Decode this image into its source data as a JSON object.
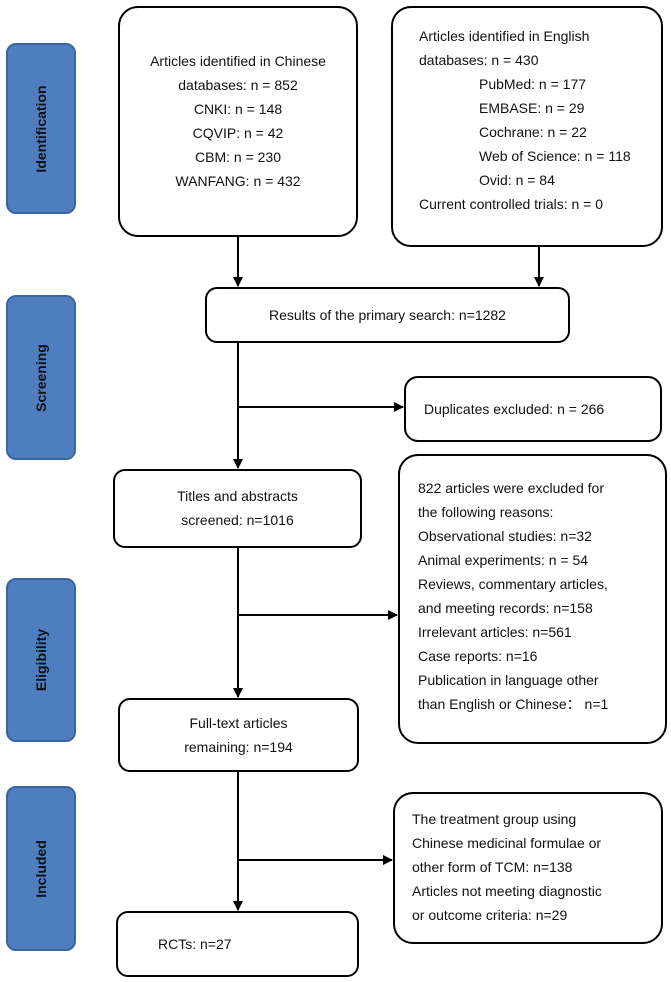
{
  "stages": {
    "identification": "Identification",
    "screening": "Screening",
    "eligibility": "Eligibility",
    "included": "Included"
  },
  "boxes": {
    "chinese": {
      "lines": [
        "Articles identified in Chinese",
        "databases: n = 852",
        "CNKI: n = 148",
        "CQVIP: n = 42",
        "CBM: n = 230",
        "WANFANG: n = 432"
      ]
    },
    "english": {
      "lines": [
        "Articles identified in English",
        "databases: n = 430",
        "PubMed: n = 177",
        "EMBASE: n = 29",
        "Cochrane: n = 22",
        "Web of Science: n = 118",
        "Ovid: n = 84",
        "Current controlled trials: n = 0"
      ]
    },
    "primary": "Results of the primary search: n=1282",
    "duplicates": "Duplicates excluded: n = 266",
    "screened": {
      "lines": [
        "Titles and abstracts",
        "screened: n=1016"
      ]
    },
    "excluded": {
      "lines": [
        "822 articles were excluded for",
        "the following reasons:",
        "Observational studies: n=32",
        "Animal experiments: n = 54",
        "Reviews, commentary articles,",
        "and meeting records: n=158",
        "Irrelevant articles: n=561",
        "Case reports: n=16",
        "Publication in language other",
        "than English or Chinese： n=1"
      ]
    },
    "fulltext": {
      "lines": [
        "Full-text articles",
        "remaining: n=194"
      ]
    },
    "tcm": {
      "lines": [
        "The treatment group using",
        "Chinese medicinal formulae or",
        "other form of TCM: n=138",
        "Articles not meeting diagnostic",
        "or outcome criteria: n=29"
      ]
    },
    "rcts": "RCTs: n=27"
  }
}
